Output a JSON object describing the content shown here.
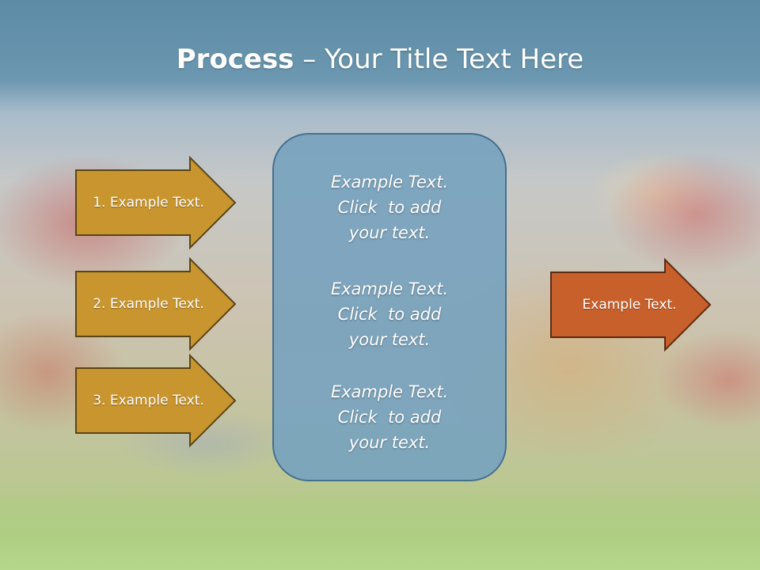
{
  "title": {
    "bold": "Process",
    "rest": " – Your Title Text Here"
  },
  "left_arrows": [
    {
      "label": "1. Example Text."
    },
    {
      "label": "2. Example Text."
    },
    {
      "label": "3. Example Text."
    }
  ],
  "center_box": {
    "blocks": [
      {
        "text": "Example Text.\nClick  to add\nyour text."
      },
      {
        "text": "Example Text.\nClick  to add\nyour text."
      },
      {
        "text": "Example Text.\nClick  to add\nyour text."
      }
    ]
  },
  "right_arrow": {
    "label": "Example Text."
  },
  "colors": {
    "left_arrow_fill": "#c8952e",
    "left_arrow_stroke": "#5a4516",
    "right_arrow_fill": "#c8602c",
    "right_arrow_stroke": "#5c2a12",
    "box_fill": "#78a3be",
    "box_stroke": "#44708e"
  }
}
